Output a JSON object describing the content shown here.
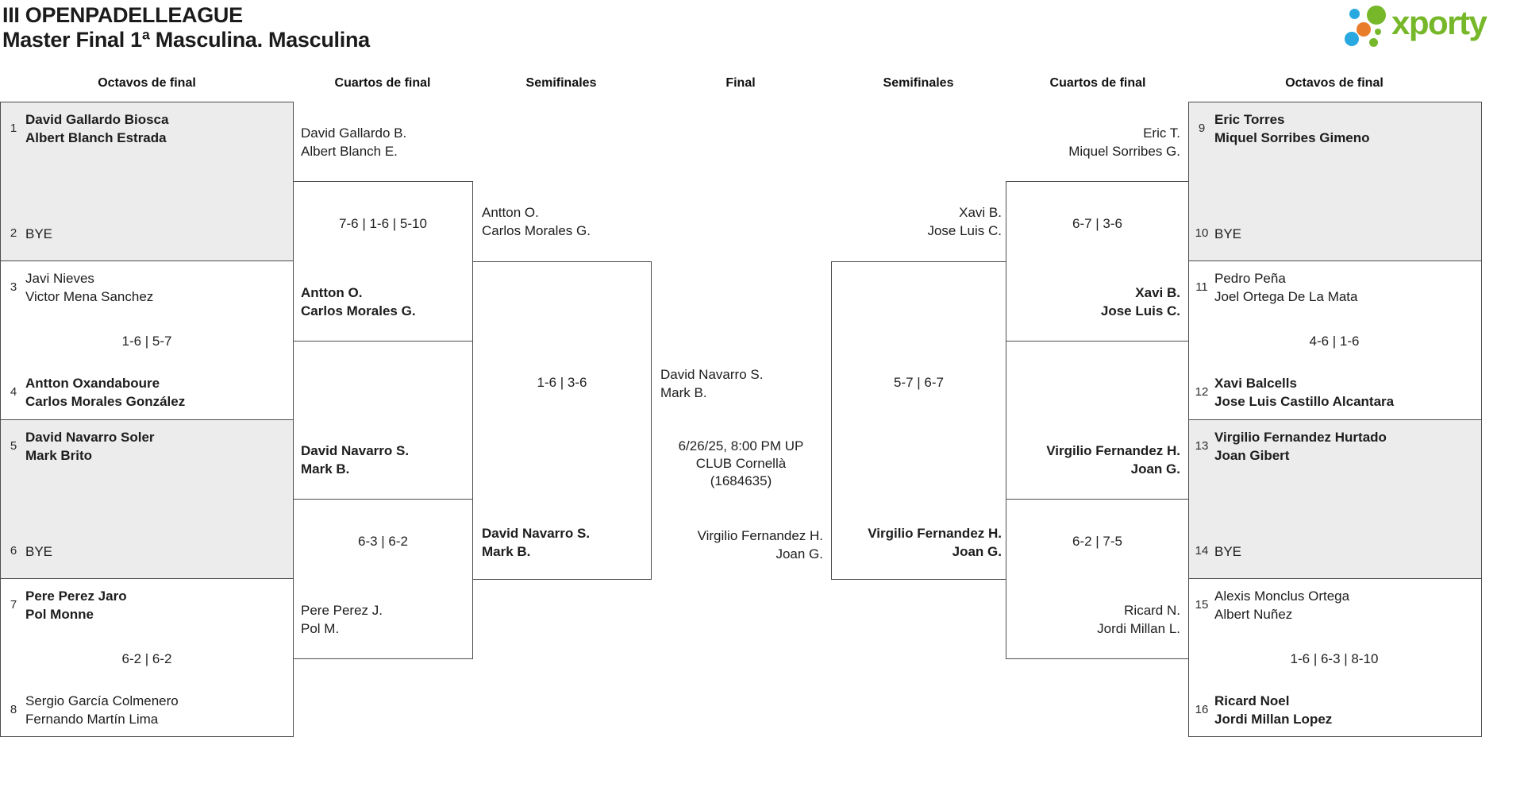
{
  "title": {
    "line1": "III OPENPADELLEAGUE",
    "line2": "Master Final 1ª Masculina. Masculina"
  },
  "logo": {
    "text": "xporty",
    "green": "#76b82a",
    "blue": "#2aa9e0",
    "orange": "#e87e2b"
  },
  "colors": {
    "box_border": "#4d4d4d",
    "bye_fill": "#ececec"
  },
  "rounds": {
    "r16_left": "Octavos de final",
    "qf_left": "Cuartos de final",
    "sf_left": "Semifinales",
    "final": "Final",
    "sf_right": "Semifinales",
    "qf_right": "Cuartos de final",
    "r16_right": "Octavos de final"
  },
  "r16L": [
    {
      "na": "1",
      "a1": "David Gallardo Biosca",
      "a2": "Albert Blanch Estrada",
      "nb": "2",
      "b1": "BYE",
      "score": ""
    },
    {
      "na": "3",
      "a1": "Javi Nieves",
      "a2": "Victor Mena Sanchez",
      "nb": "4",
      "b1": "Antton Oxandaboure",
      "b2": "Carlos Morales González",
      "score": "1-6 | 5-7"
    },
    {
      "na": "5",
      "a1": "David Navarro Soler",
      "a2": "Mark Brito",
      "nb": "6",
      "b1": "BYE",
      "score": ""
    },
    {
      "na": "7",
      "a1": "Pere Perez Jaro",
      "a2": "Pol Monne",
      "nb": "8",
      "b1": "Sergio García Colmenero",
      "b2": "Fernando Martín Lima",
      "score": "6-2 | 6-2"
    }
  ],
  "qfL": [
    {
      "a1": "David Gallardo B.",
      "a2": "Albert Blanch E.",
      "score": "7-6 | 1-6 | 5-10",
      "b1": "Antton O.",
      "b2": "Carlos Morales G."
    },
    {
      "a1": "David Navarro S.",
      "a2": "Mark B.",
      "score": "6-3 | 6-2",
      "b1": "Pere Perez J.",
      "b2": "Pol M."
    }
  ],
  "sfL": {
    "a1": "Antton O.",
    "a2": "Carlos Morales G.",
    "score": "1-6 | 3-6",
    "b1": "David Navarro S.",
    "b2": "Mark B."
  },
  "final": {
    "a1": "David Navarro S.",
    "a2": "Mark B.",
    "info1": "6/26/25, 8:00 PM UP",
    "info2": "CLUB Cornellà",
    "info3": "(1684635)",
    "b1": "Virgilio Fernandez H.",
    "b2": "Joan G."
  },
  "sfR": {
    "a1": "Xavi B.",
    "a2": "Jose Luis C.",
    "score": "5-7 | 6-7",
    "b1": "Virgilio Fernandez H.",
    "b2": "Joan G."
  },
  "qfR": [
    {
      "a1": "Eric T.",
      "a2": "Miquel Sorribes G.",
      "score": "6-7 | 3-6",
      "b1": "Xavi B.",
      "b2": "Jose Luis C."
    },
    {
      "a1": "Virgilio Fernandez H.",
      "a2": "Joan G.",
      "score": "6-2 | 7-5",
      "b1": "Ricard N.",
      "b2": "Jordi Millan L."
    }
  ],
  "r16R": [
    {
      "na": "9",
      "a1": "Eric Torres",
      "a2": "Miquel Sorribes Gimeno",
      "nb": "10",
      "b1": "BYE",
      "score": ""
    },
    {
      "na": "11",
      "a1": "Pedro Peña",
      "a2": "Joel Ortega De La Mata",
      "nb": "12",
      "b1": "Xavi Balcells",
      "b2": "Jose Luis Castillo Alcantara",
      "score": "4-6 | 1-6"
    },
    {
      "na": "13",
      "a1": "Virgilio Fernandez Hurtado",
      "a2": "Joan Gibert",
      "nb": "14",
      "b1": "BYE",
      "score": ""
    },
    {
      "na": "15",
      "a1": "Alexis Monclus Ortega",
      "a2": "Albert Nuñez",
      "nb": "16",
      "b1": "Ricard Noel",
      "b2": "Jordi Millan Lopez",
      "score": "1-6 | 6-3 | 8-10"
    }
  ]
}
